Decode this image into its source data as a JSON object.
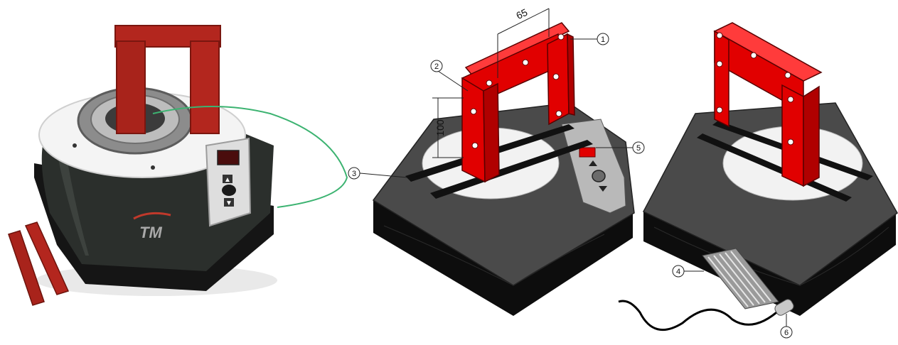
{
  "photo": {
    "logo_text": "TM",
    "display_readout": "",
    "button_labels": [
      "▲",
      "▼"
    ]
  },
  "diagram": {
    "callouts": [
      {
        "id": "1",
        "label": "1"
      },
      {
        "id": "2",
        "label": "2"
      },
      {
        "id": "3",
        "label": "3"
      },
      {
        "id": "4",
        "label": "4"
      },
      {
        "id": "5",
        "label": "5"
      },
      {
        "id": "6",
        "label": "6"
      }
    ],
    "dimensions": {
      "width_label": "65",
      "height_label": "100"
    }
  },
  "colors": {
    "yoke_red": "#e10000",
    "yoke_photo_red": "#b3261e",
    "body_dark": "#4a4a4a",
    "body_black": "#0d0d0d",
    "panel_gray": "#b9b9b9",
    "wire_green": "#3cb371"
  }
}
